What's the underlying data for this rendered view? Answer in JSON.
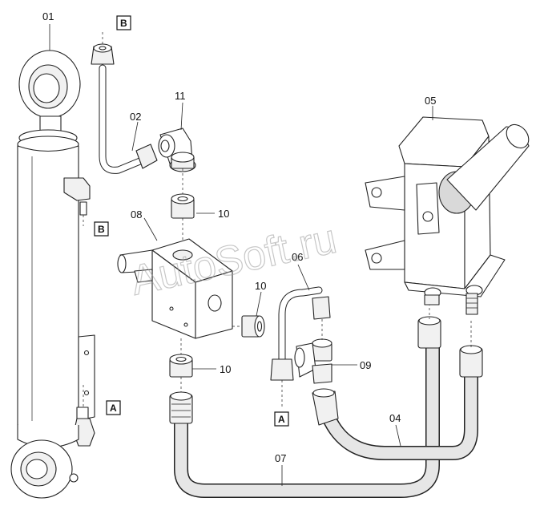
{
  "diagram": {
    "part_numbers": {
      "p01": "01",
      "p02": "02",
      "p04": "04",
      "p05": "05",
      "p06": "06",
      "p07": "07",
      "p08": "08",
      "p09": "09",
      "p10a": "10",
      "p10b": "10",
      "p10c": "10",
      "p11": "11"
    },
    "connection_markers": {
      "b_top": "B",
      "b_cylinder": "B",
      "a_cylinder": "A",
      "a_pipe": "A"
    },
    "watermark": "AutoSoft.ru"
  }
}
